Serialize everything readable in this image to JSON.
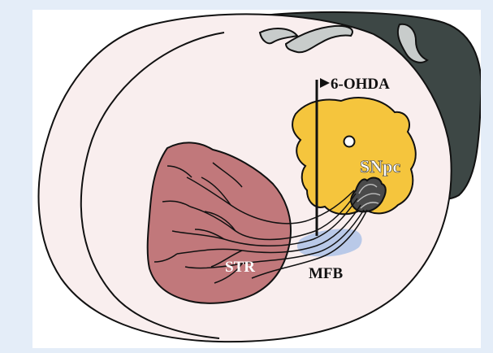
{
  "diagram": {
    "labels": {
      "toxin": "6-OHDA",
      "snpc": "SNpc",
      "str": "STR",
      "mfb": "MFB"
    },
    "colors": {
      "background_frame": "#e4edf8",
      "brain_fill": "#f9eeee",
      "cerebellum_fill": "#3d4745",
      "ventricle_fill": "#c8cccb",
      "snpc_fill": "#f5c53d",
      "striatum_fill": "#c1787b",
      "mfb_fill": "#b9c9e8",
      "outline": "#111111",
      "label_white": "#ffffff",
      "label_dark": "#111111"
    }
  }
}
